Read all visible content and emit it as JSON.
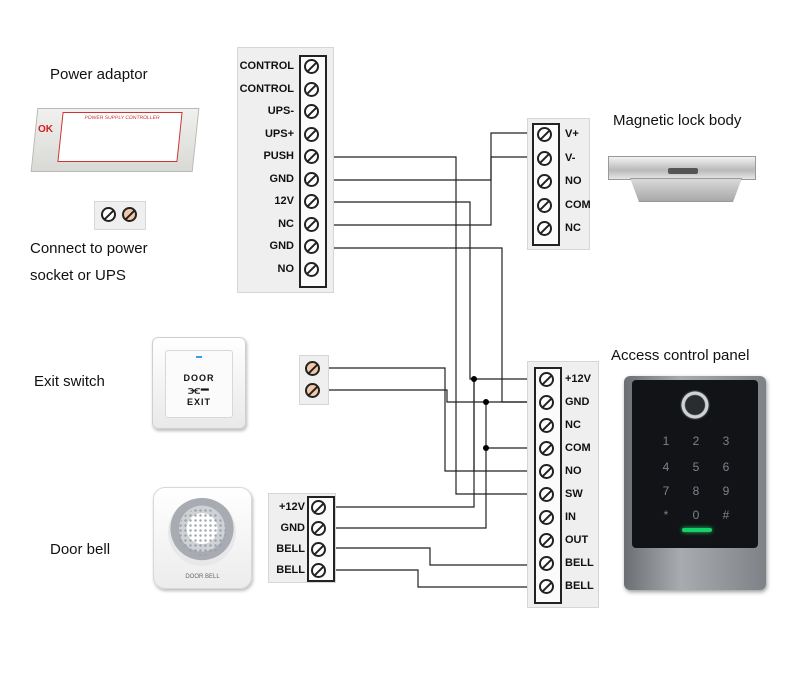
{
  "labels": {
    "power_adaptor": "Power adaptor",
    "connect_line1": "Connect to power",
    "connect_line2": "socket or UPS",
    "exit_switch": "Exit switch",
    "door_bell": "Door bell",
    "magnetic_lock": "Magnetic lock body",
    "access_panel": "Access control panel"
  },
  "power_box": {
    "title": "POWER SUPPLY CONTROLLER",
    "brand": "OK"
  },
  "exit_switch_text": {
    "line1": "DOOR",
    "line2": "EXIT"
  },
  "door_bell_brand": "DOOR BELL",
  "terminals": {
    "power": [
      "CONTROL",
      "CONTROL",
      "UPS-",
      "UPS+",
      "PUSH",
      "GND",
      "12V",
      "NC",
      "GND",
      "NO"
    ],
    "lock": [
      "V+",
      "V-",
      "NO",
      "COM",
      "NC"
    ],
    "bell": [
      "+12V",
      "GND",
      "BELL",
      "BELL"
    ],
    "panel": [
      "+12V",
      "GND",
      "NC",
      "COM",
      "NO",
      "SW",
      "IN",
      "OUT",
      "BELL",
      "BELL"
    ]
  },
  "keypad": [
    "1",
    "2",
    "3",
    "4",
    "5",
    "6",
    "7",
    "8",
    "9",
    "*",
    "0",
    "#"
  ],
  "colors": {
    "wire": "#222222",
    "strip_bg": "#efefef",
    "screw_warm": "#f3c8a8",
    "panel_led": "#16d16a"
  }
}
